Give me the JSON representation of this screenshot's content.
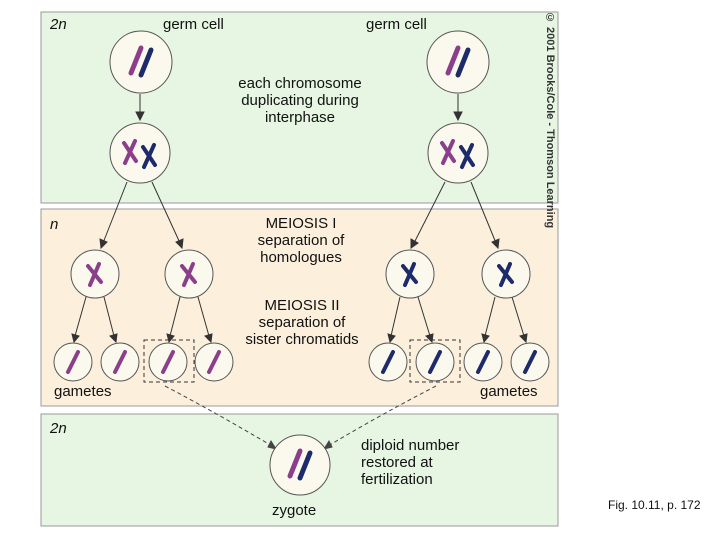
{
  "panels": {
    "top": {
      "ploidy": "2n"
    },
    "middle": {
      "ploidy": "n"
    },
    "bottom": {
      "ploidy": "2n"
    }
  },
  "labels": {
    "germ_cell_left": "germ cell",
    "germ_cell_right": "germ cell",
    "interphase": [
      "each chromosome",
      "duplicating during",
      "interphase"
    ],
    "meiosis1": [
      "MEIOSIS I",
      "separation of",
      "homologues"
    ],
    "meiosis2": [
      "MEIOSIS II",
      "separation of",
      "sister chromatids"
    ],
    "gametes_left": "gametes",
    "gametes_right": "gametes",
    "diploid": [
      "diploid number",
      "restored at",
      "fertilization"
    ],
    "zygote": "zygote",
    "figure": "Fig. 10.11, p. 172",
    "copyright": "© 2001 Brooks/Cole - Thomson Learning"
  },
  "colors": {
    "panel_green": "#e6f6e2",
    "panel_peach": "#fcf0dd",
    "cell_fill": "#fbf9ee",
    "chromosome_purple": "#8b3f8b",
    "chromosome_navy": "#1d2b6a"
  }
}
